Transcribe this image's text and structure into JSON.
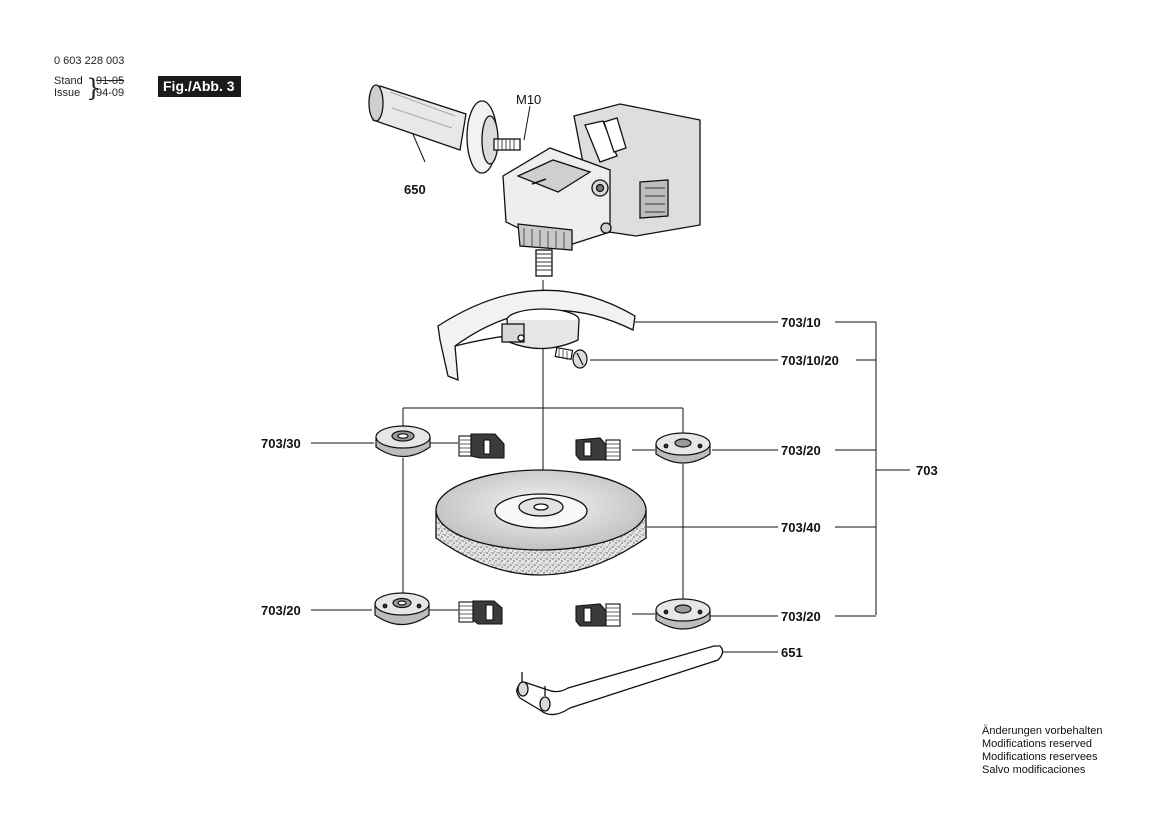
{
  "header": {
    "document_number": "0 603 228 003",
    "revision": [
      {
        "label": "Stand",
        "value": "91-05",
        "struck": true
      },
      {
        "label": "Issue",
        "value": "94-09",
        "struck": false
      }
    ],
    "figure_label": "Fig./Abb. 3"
  },
  "diagram": {
    "thread_label": "M10",
    "callouts": {
      "handle": "650",
      "guard": "703/10",
      "guard_screw": "703/10/20",
      "flange_left_top": "703/30",
      "flange_right_top": "703/20",
      "assembly": "703",
      "wheel": "703/40",
      "flange_left_bottom": "703/20",
      "flange_right_bottom": "703/20",
      "spanner": "651"
    }
  },
  "footer_note": {
    "lines": [
      "Änderungen vorbehalten",
      "Modifications reserved",
      "Modifications reservees",
      "Salvo modificaciones"
    ]
  }
}
